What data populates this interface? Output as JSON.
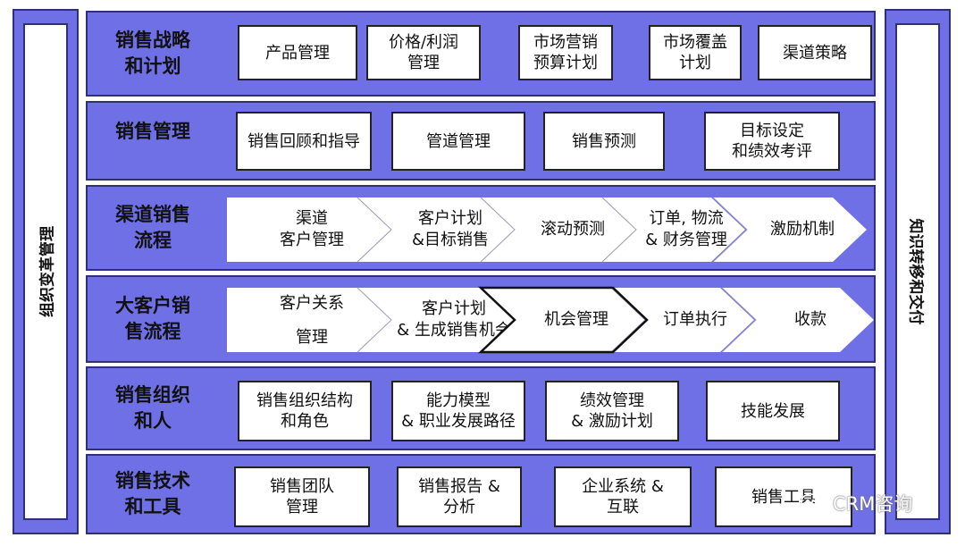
{
  "left_side": {
    "label": "组织变革管理"
  },
  "right_side": {
    "label": "知识转移和交付"
  },
  "rows": [
    {
      "title": "销售战略\n和计划",
      "items": [
        "产品管理",
        "价格/利润\n管理",
        "市场营销\n预算计划",
        "市场覆盖\n计划",
        "渠道策略"
      ]
    },
    {
      "title": "销售管理",
      "items": [
        "销售回顾和指导",
        "管道管理",
        "销售预测",
        "目标设定\n和绩效考评"
      ]
    },
    {
      "title": "渠道销售\n流程",
      "items": [
        "渠道\n客户管理",
        "客户计划\n&目标销售",
        "滚动预测",
        "订单, 物流\n& 财务管理",
        "激励机制"
      ]
    },
    {
      "title": "大客户销\n售流程",
      "items": [
        "客户关系\n\n管理",
        "客户计划\n& 生成销售机会",
        "机会管理",
        "订单执行",
        "收款"
      ]
    },
    {
      "title": "销售组织\n和人",
      "items": [
        "销售组织结构\n和角色",
        "能力模型\n& 职业发展路径",
        "绩效管理\n& 激励计划",
        "技能发展"
      ]
    },
    {
      "title": "销售技术\n和工具",
      "items": [
        "销售团队\n管理",
        "销售报告 &\n分析",
        "企业系统 &\n互联",
        "销售工具"
      ]
    }
  ],
  "watermark": {
    "text": "CRM咨询",
    "icon": "wechat-icon"
  },
  "colors": {
    "band": "#6f70e6",
    "border": "#2f2f7a"
  }
}
